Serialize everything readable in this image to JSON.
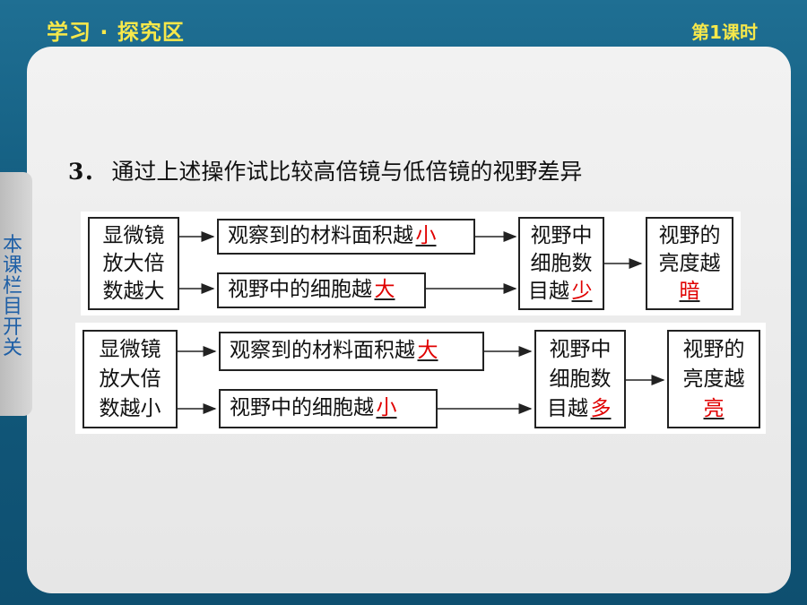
{
  "header": {
    "section_title": "学习 · 探究区",
    "lesson": "第1课时"
  },
  "side_tab": {
    "label": "本课栏目开关"
  },
  "question": {
    "number": "3．",
    "text": "通过上述操作试比较高倍镜与低倍镜的视野差异"
  },
  "diagram_high": {
    "start": [
      "显微镜",
      "放大倍",
      "数越大"
    ],
    "area": {
      "prefix": "观察到的材料面积越",
      "answer": "小"
    },
    "cell_size": {
      "prefix": "视野中的细胞越",
      "answer": "大"
    },
    "cell_count": {
      "lines": [
        "视野中",
        "细胞数"
      ],
      "prefix": "目越",
      "answer": "少"
    },
    "brightness": {
      "lines": [
        "视野的",
        "亮度越"
      ],
      "answer": "暗"
    }
  },
  "diagram_low": {
    "start": [
      "显微镜",
      "放大倍",
      "数越小"
    ],
    "area": {
      "prefix": "观察到的材料面积越",
      "answer": "大"
    },
    "cell_size": {
      "prefix": "视野中的细胞越",
      "answer": "小"
    },
    "cell_count": {
      "lines": [
        "视野中",
        "细胞数"
      ],
      "prefix": "目越",
      "answer": "多"
    },
    "brightness": {
      "lines": [
        "视野的",
        "亮度越"
      ],
      "answer": "亮"
    }
  },
  "colors": {
    "header_text": "#f7e84a",
    "answer_text": "#e00000",
    "side_tab_text": "#1e5fa6"
  }
}
